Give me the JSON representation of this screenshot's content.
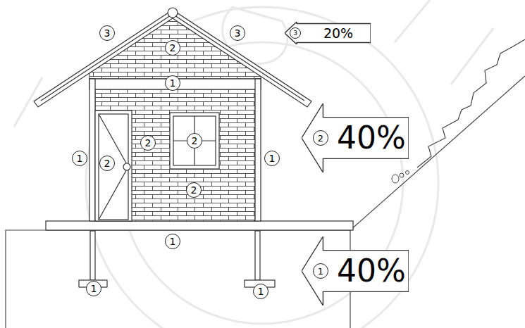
{
  "diagram": {
    "nodes": [
      {
        "text": [
          "3"
        ]
      },
      {
        "text": [
          "2"
        ]
      },
      {
        "text": [
          "3"
        ]
      },
      {
        "text": [
          "20%"
        ]
      },
      {
        "text": [
          "3"
        ],
        "in": 3
      },
      {
        "text": [
          "1"
        ]
      },
      {
        "text": [
          "40%"
        ]
      },
      {
        "text": [
          "2"
        ],
        "in": 6
      },
      {
        "text": [
          "2"
        ]
      },
      {
        "text": [
          "2"
        ]
      },
      {
        "text": [
          "1"
        ]
      },
      {
        "text": [
          "2"
        ]
      },
      {
        "text": [
          "1"
        ]
      },
      {
        "text": [
          "2"
        ]
      },
      {
        "text": [
          "1"
        ]
      },
      {
        "text": [
          "40%"
        ]
      },
      {
        "text": [
          "1"
        ],
        "in": 15
      },
      {
        "text": [
          "1"
        ]
      },
      {
        "text": [
          "1"
        ]
      }
    ]
  }
}
